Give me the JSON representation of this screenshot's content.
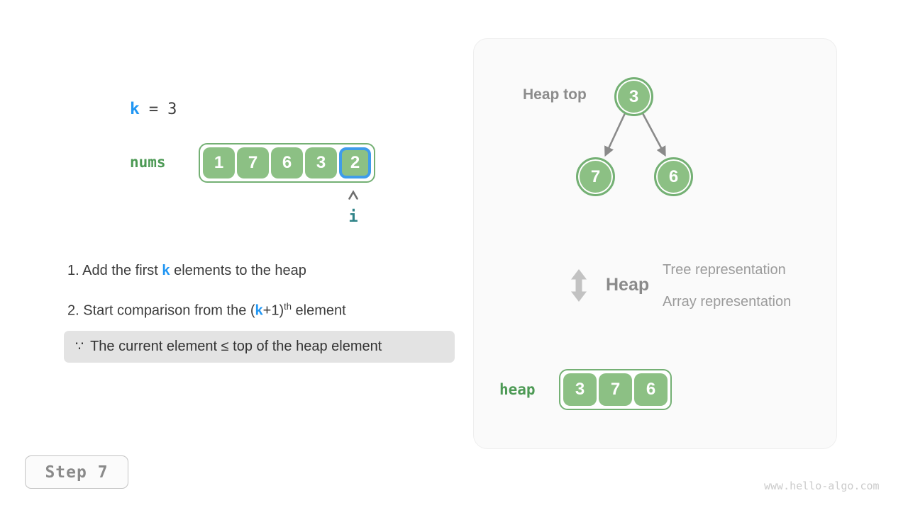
{
  "colors": {
    "cell_green": "#8CC084",
    "green_border": "#74B074",
    "label_green": "#4D9A55",
    "k_blue": "#2196F3",
    "highlight_blue": "#3F9CEA",
    "pointer_teal": "#2F8388",
    "panel_bg": "#FAFAFA",
    "note_bg": "#E3E3E3",
    "gray_text": "#8A8A8A"
  },
  "left": {
    "equation": {
      "variable": "k",
      "operator": "=",
      "value": "3"
    },
    "nums": {
      "label": "nums",
      "values": [
        "1",
        "7",
        "6",
        "3",
        "2"
      ],
      "highlight_index": 4,
      "pointer_label": "i"
    },
    "instructions": {
      "step1": {
        "pre": "1. Add the first ",
        "var": "k",
        "post": " elements to the heap"
      },
      "step2": {
        "pre": "2. Start comparison from the (",
        "var": "k",
        "mid": "+1)",
        "sup": "th",
        "post": " element"
      },
      "note": {
        "symbol": "∵",
        "text": "The current element ≤ top of the heap element"
      }
    }
  },
  "panel": {
    "heap_top_label": "Heap top",
    "tree": {
      "root": "3",
      "left_child": "7",
      "right_child": "6"
    },
    "legend": {
      "title": "Heap",
      "line1": "Tree representation",
      "line2": "Array representation"
    },
    "heap_array": {
      "label": "heap",
      "values": [
        "3",
        "7",
        "6"
      ]
    }
  },
  "footer": {
    "step_label": "Step 7",
    "watermark": "www.hello-algo.com"
  }
}
